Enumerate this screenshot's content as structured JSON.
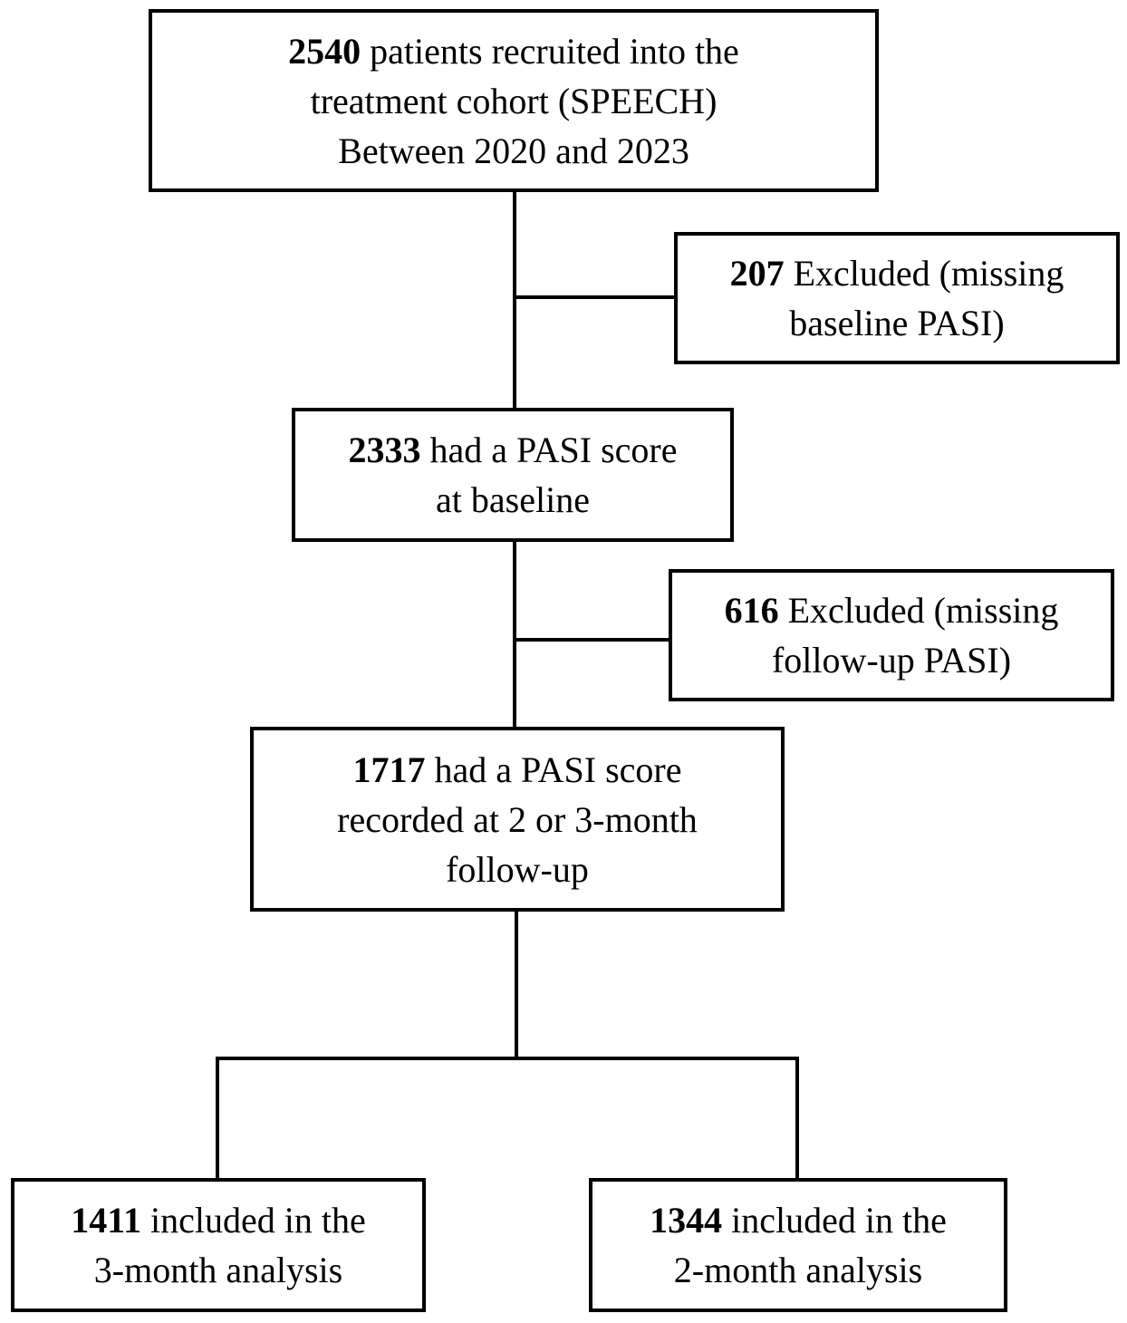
{
  "boxes": {
    "recruited": {
      "count": "2540",
      "line1_rest": " patients recruited into the",
      "line2": "treatment cohort (SPEECH)",
      "line3": "Between 2020 and 2023"
    },
    "excluded_baseline": {
      "count": "207",
      "line1_rest": " Excluded (missing",
      "line2": "baseline PASI)"
    },
    "baseline": {
      "count": "2333",
      "line1_rest": " had a PASI score",
      "line2": "at baseline"
    },
    "excluded_followup": {
      "count": "616",
      "line1_rest": " Excluded (missing",
      "line2": "follow-up PASI)"
    },
    "followup": {
      "count": "1717",
      "line1_rest": " had a PASI score",
      "line2": "recorded at 2 or 3-month",
      "line3": "follow-up"
    },
    "three_month": {
      "count": "1411",
      "line1_rest": " included in the",
      "line2": "3-month analysis"
    },
    "two_month": {
      "count": "1344",
      "line1_rest": " included in the",
      "line2": "2-month analysis"
    }
  }
}
